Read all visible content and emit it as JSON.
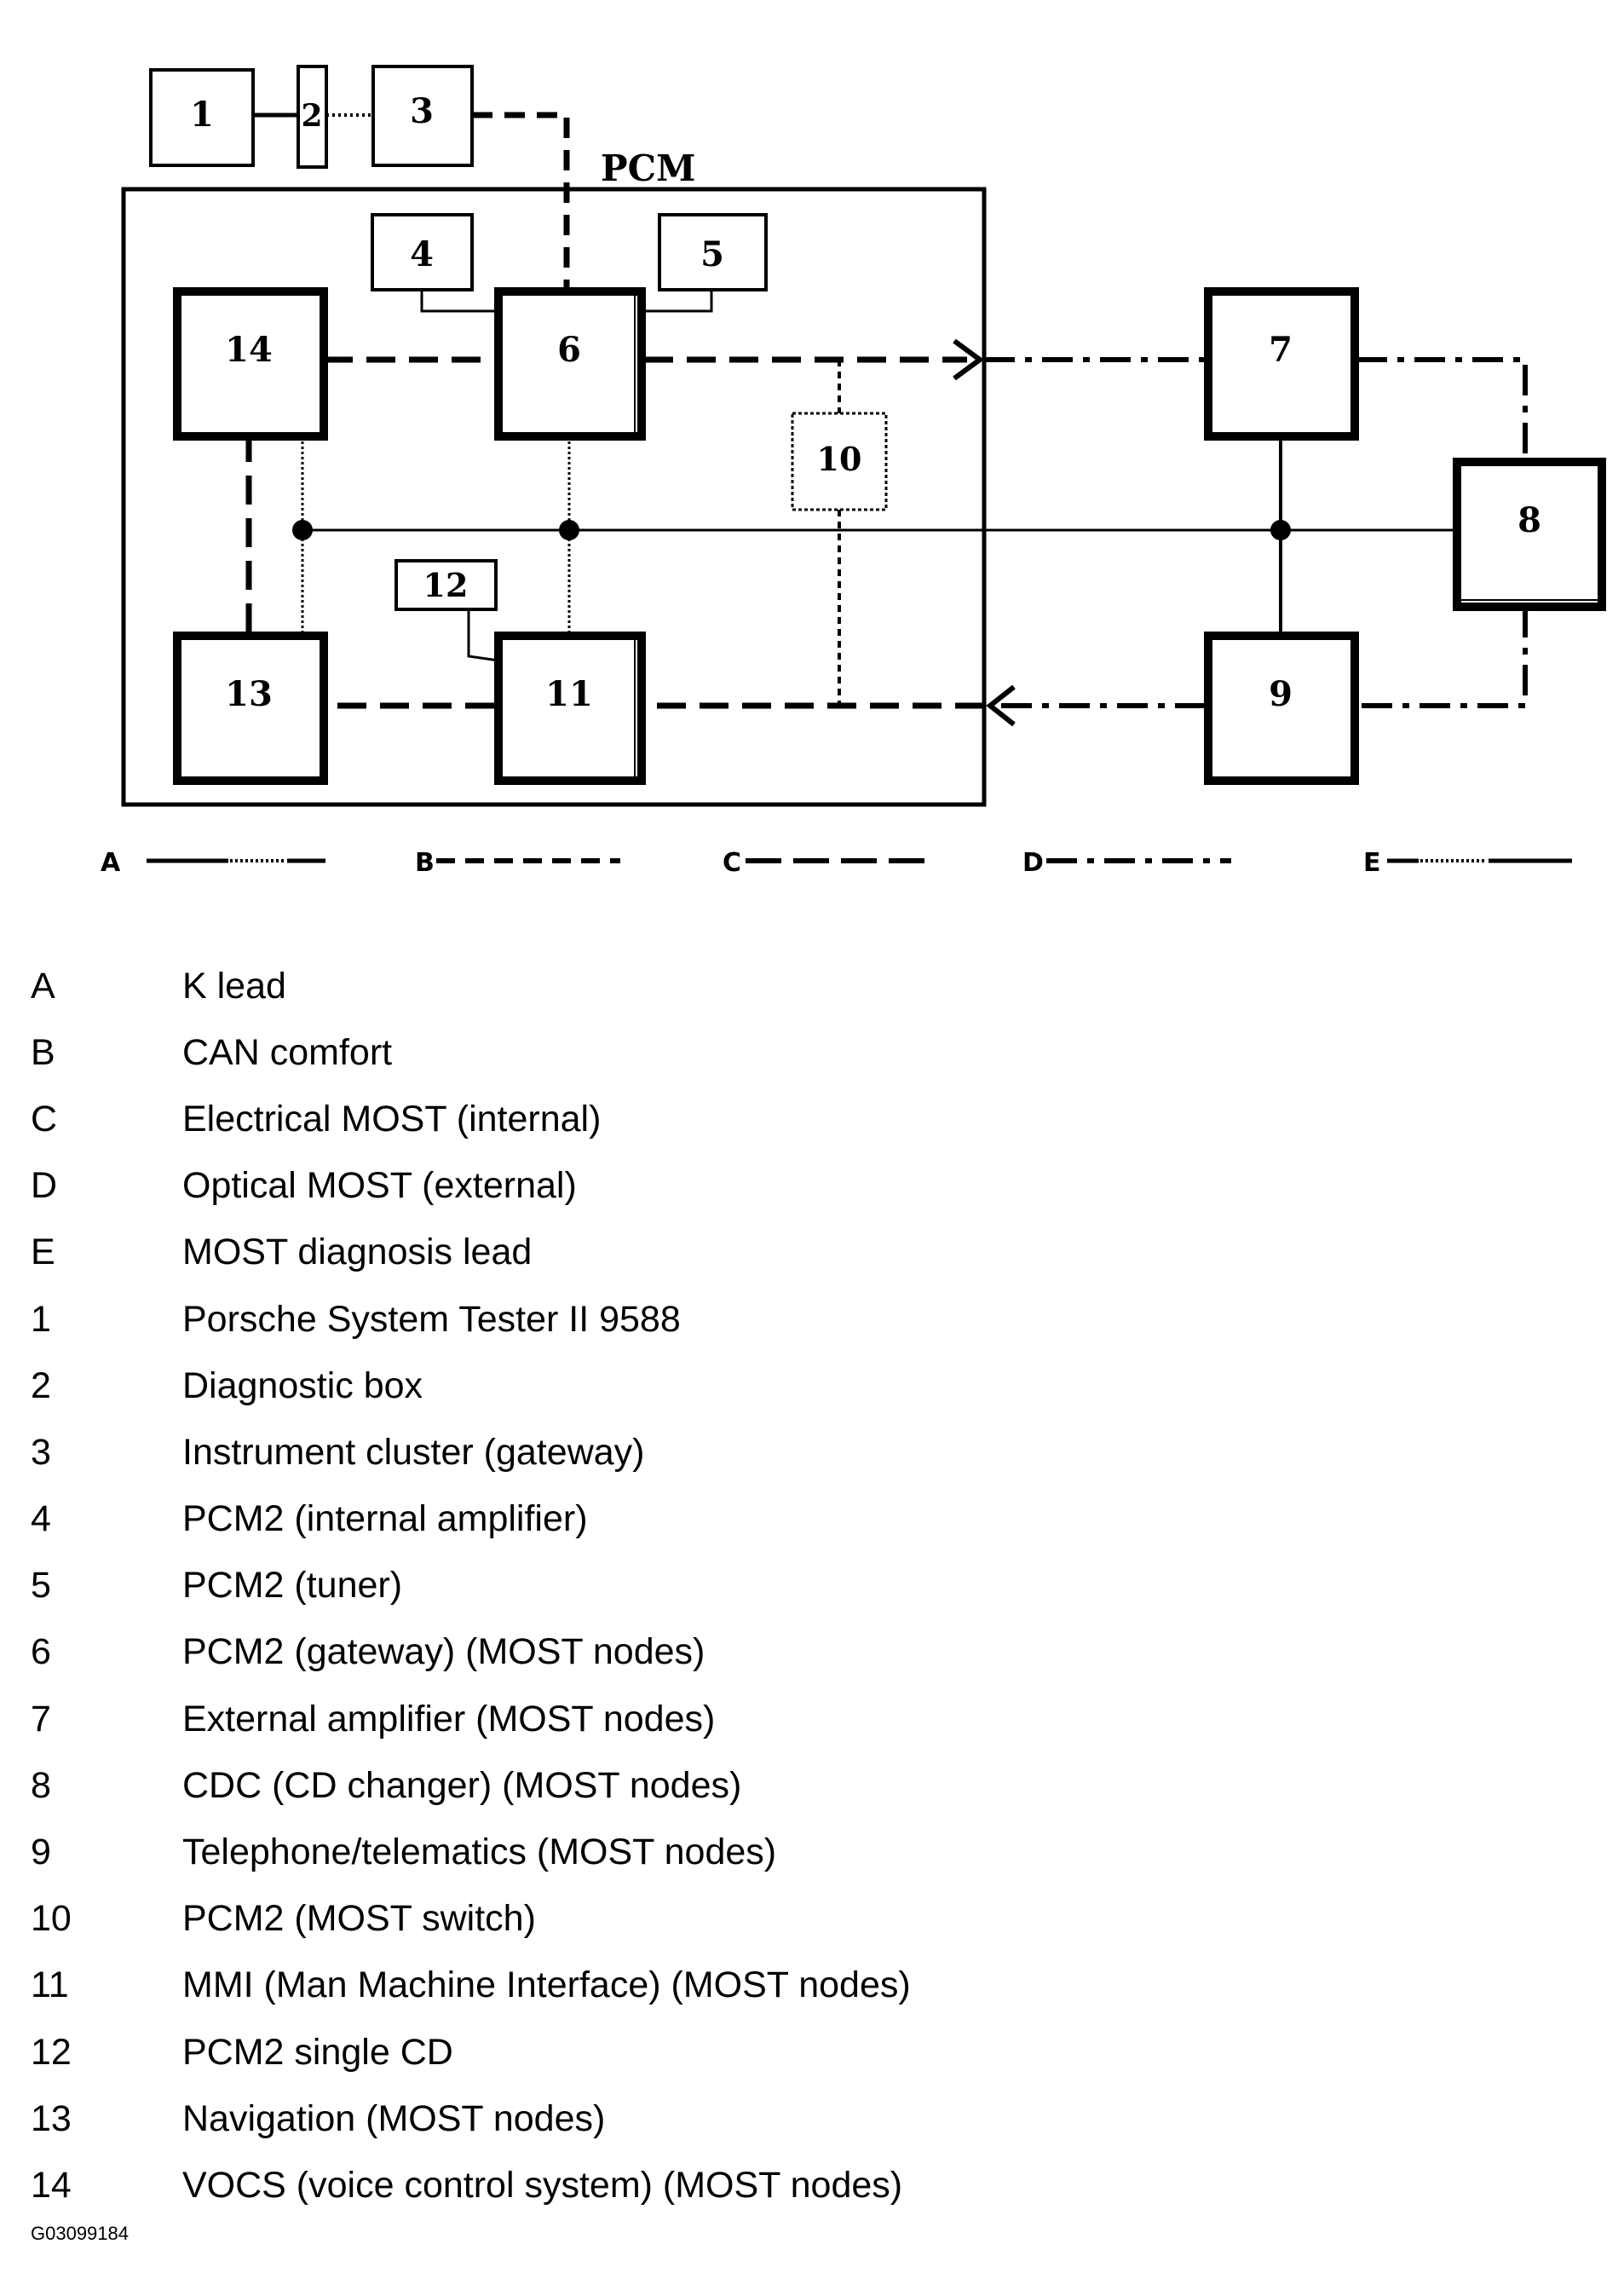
{
  "diagram": {
    "pcm_label": "PCM",
    "nodes": {
      "n1": "1",
      "n2": "2",
      "n3": "3",
      "n4": "4",
      "n5": "5",
      "n6": "6",
      "n7": "7",
      "n8": "8",
      "n9": "9",
      "n10": "10",
      "n11": "11",
      "n12": "12",
      "n13": "13",
      "n14": "14"
    },
    "line_keys": [
      "A",
      "B",
      "C",
      "D",
      "E"
    ]
  },
  "legend": [
    {
      "key": "A",
      "text": "K lead"
    },
    {
      "key": "B",
      "text": "CAN comfort"
    },
    {
      "key": "C",
      "text": "Electrical MOST (internal)"
    },
    {
      "key": "D",
      "text": "Optical MOST (external)"
    },
    {
      "key": "E",
      "text": "MOST diagnosis lead"
    },
    {
      "key": "1",
      "text": "Porsche System Tester II 9588"
    },
    {
      "key": "2",
      "text": "Diagnostic box"
    },
    {
      "key": "3",
      "text": "Instrument cluster (gateway)"
    },
    {
      "key": "4",
      "text": "PCM2 (internal amplifier)"
    },
    {
      "key": "5",
      "text": "PCM2 (tuner)"
    },
    {
      "key": "6",
      "text": "PCM2 (gateway) (MOST nodes)"
    },
    {
      "key": "7",
      "text": "External amplifier (MOST nodes)"
    },
    {
      "key": "8",
      "text": "CDC (CD changer) (MOST nodes)"
    },
    {
      "key": "9",
      "text": "Telephone/telematics (MOST nodes)"
    },
    {
      "key": "10",
      "text": "PCM2 (MOST switch)"
    },
    {
      "key": "11",
      "text": "MMI (Man Machine Interface) (MOST nodes)"
    },
    {
      "key": "12",
      "text": "PCM2 single CD"
    },
    {
      "key": "13",
      "text": "Navigation (MOST nodes)"
    },
    {
      "key": "14",
      "text": "VOCS (voice control system) (MOST nodes)"
    }
  ],
  "figure_id": "G03099184"
}
